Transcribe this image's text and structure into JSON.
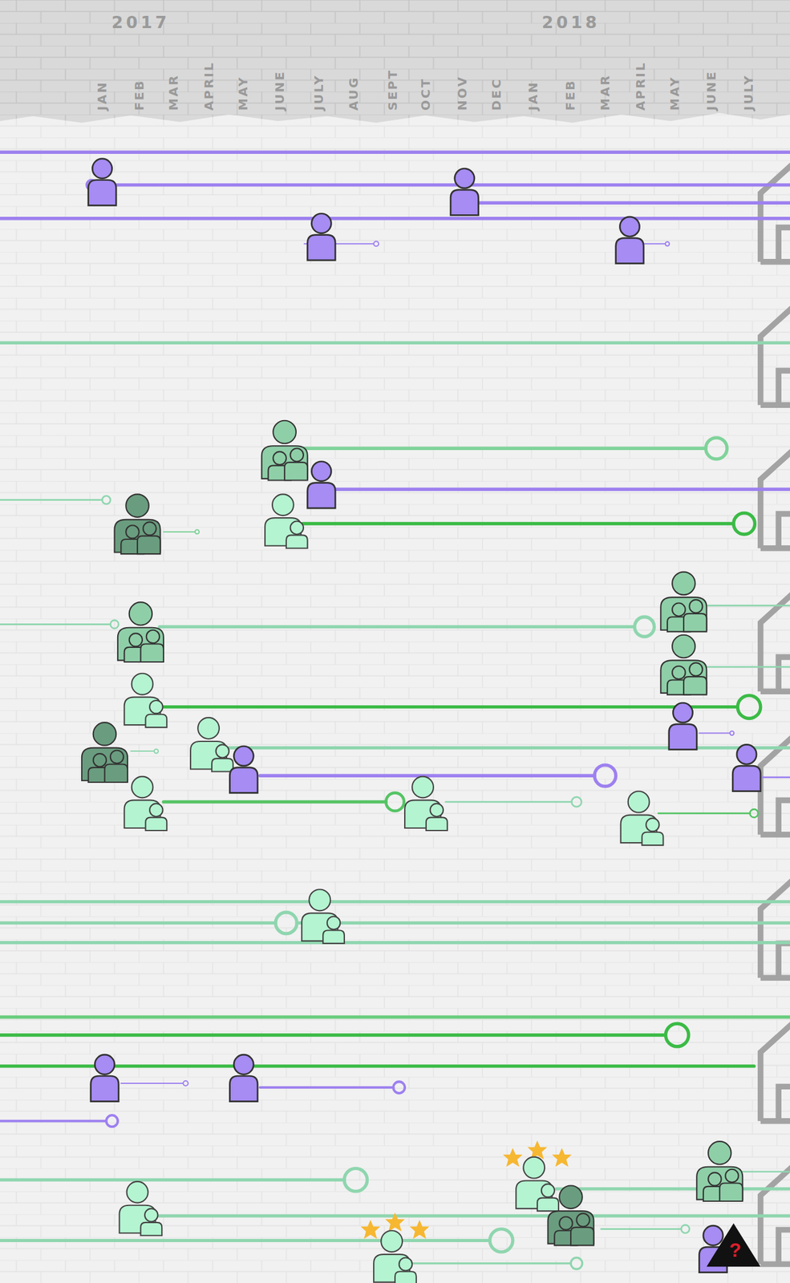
{
  "diagram": {
    "labels": [
      "2017",
      "2018",
      "JAN",
      "FEB",
      "MAR",
      "APRIL",
      "MAY",
      "JUNE",
      "JULY",
      "AUG",
      "SEPT",
      "OCT",
      "NOV",
      "DEC",
      "JAN",
      "FEB",
      "MAR",
      "APRIL",
      "MAY",
      "JUNE",
      "JULY",
      "?"
    ]
  }
}
